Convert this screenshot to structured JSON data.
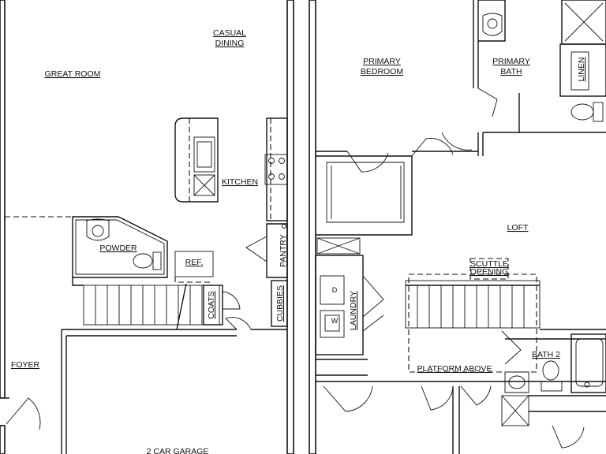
{
  "rooms": {
    "great_room": "GREAT ROOM",
    "casual_dining_1": "CASUAL",
    "casual_dining_2": "DINING",
    "kitchen": "KITCHEN",
    "powder": "POWDER",
    "ref": "REF.",
    "pantry": "PANTRY",
    "coats": "COATS",
    "cubbies": "CUBBIES",
    "foyer": "FOYER",
    "garage": "2 CAR GARAGE",
    "primary_bedroom_1": "PRIMARY",
    "primary_bedroom_2": "BEDROOM",
    "primary_bath_1": "PRIMARY",
    "primary_bath_2": "BATH",
    "linen": "LINEN",
    "loft": "LOFT",
    "scuttle_1": "SCUTTLE",
    "scuttle_2": "OPENING",
    "laundry": "LAUNDRY",
    "washer": "W",
    "dryer": "D",
    "platform_above": "PLATFORM ABOVE",
    "bath_2": "BATH 2"
  }
}
